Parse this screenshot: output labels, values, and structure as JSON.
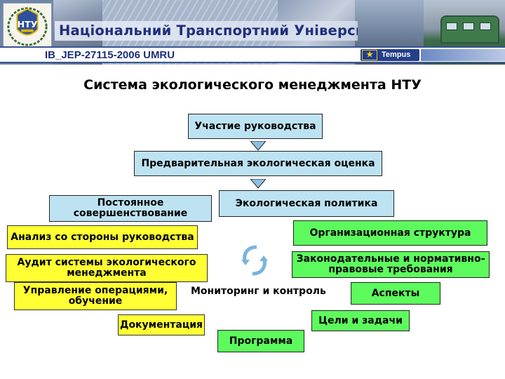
{
  "header": {
    "university": "Національний Транспортний Університет",
    "project_code": "IB_JEP-27115-2006  UMRU",
    "program_logo": "Tempus",
    "logo_text": "НТУ",
    "logo_icon": "university-crest-icon",
    "flag_icon": "eu-flag-icon"
  },
  "title": "Система экологического менеджмента НТУ",
  "nodes": {
    "leadership": "Участие руководства",
    "preliminary": "Предварительная  экологическая оценка",
    "improvement": "Постоянное совершенствование",
    "policy": "Экологическая  политика",
    "management_review": "Анализ со стороны руководства",
    "org_structure": "Организационная структура",
    "audit": "Аудит системы экологического менеджмента",
    "legal": "Законодательные и нормативно-правовые требования",
    "operations": "Управление операциями, обучение",
    "monitoring": "Мониторинг и контроль",
    "aspects": "Аспекты",
    "goals": "Цели и задачи",
    "documentation": "Документация",
    "program": "Программа"
  },
  "colors": {
    "blue_box": "#bde3f3",
    "yellow_box": "#ffff33",
    "green_box": "#5dfa5d",
    "header_text": "#1f2f7a"
  }
}
